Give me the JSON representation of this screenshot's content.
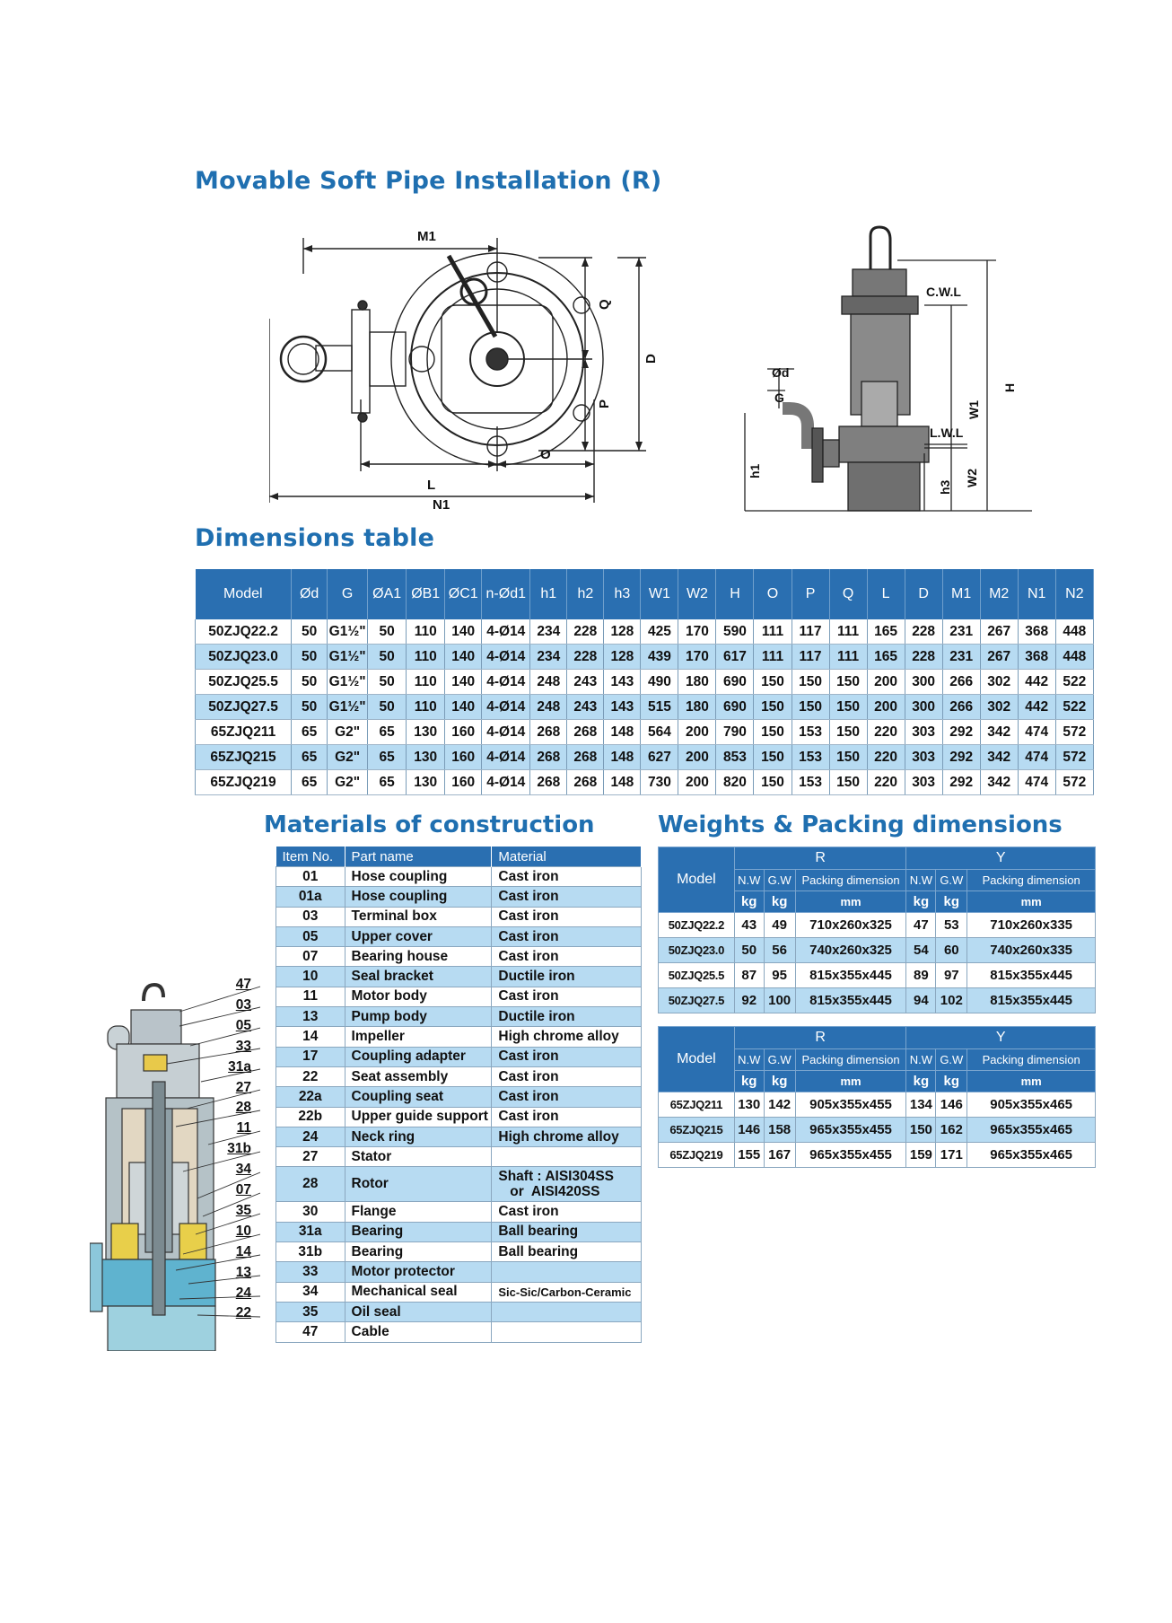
{
  "titles": {
    "installation": "Movable Soft Pipe Installation (R)",
    "dimensions": "Dimensions table",
    "materials": "Materials of construction",
    "weights": "Weights & Packing dimensions"
  },
  "drawing_labels": {
    "m1": "M1",
    "q": "Q",
    "d": "D",
    "p": "P",
    "l": "L",
    "o": "O",
    "n1": "N1",
    "od": "Ød",
    "g": "G",
    "cwl": "C.W.L",
    "lwl": "L.W.L",
    "h": "H",
    "w1": "W1",
    "w2": "W2",
    "h1": "h1",
    "h3": "h3"
  },
  "dimensions": {
    "headers": [
      "Model",
      "Ød",
      "G",
      "ØA1",
      "ØB1",
      "ØC1",
      "n-Ød1",
      "h1",
      "h2",
      "h3",
      "W1",
      "W2",
      "H",
      "O",
      "P",
      "Q",
      "L",
      "D",
      "M1",
      "M2",
      "N1",
      "N2"
    ],
    "rows": [
      [
        "50ZJQ22.2",
        "50",
        "G1½\"",
        "50",
        "110",
        "140",
        "4-Ø14",
        "234",
        "228",
        "128",
        "425",
        "170",
        "590",
        "111",
        "117",
        "111",
        "165",
        "228",
        "231",
        "267",
        "368",
        "448"
      ],
      [
        "50ZJQ23.0",
        "50",
        "G1½\"",
        "50",
        "110",
        "140",
        "4-Ø14",
        "234",
        "228",
        "128",
        "439",
        "170",
        "617",
        "111",
        "117",
        "111",
        "165",
        "228",
        "231",
        "267",
        "368",
        "448"
      ],
      [
        "50ZJQ25.5",
        "50",
        "G1½\"",
        "50",
        "110",
        "140",
        "4-Ø14",
        "248",
        "243",
        "143",
        "490",
        "180",
        "690",
        "150",
        "150",
        "150",
        "200",
        "300",
        "266",
        "302",
        "442",
        "522"
      ],
      [
        "50ZJQ27.5",
        "50",
        "G1½\"",
        "50",
        "110",
        "140",
        "4-Ø14",
        "248",
        "243",
        "143",
        "515",
        "180",
        "690",
        "150",
        "150",
        "150",
        "200",
        "300",
        "266",
        "302",
        "442",
        "522"
      ],
      [
        "65ZJQ211",
        "65",
        "G2\"",
        "65",
        "130",
        "160",
        "4-Ø14",
        "268",
        "268",
        "148",
        "564",
        "200",
        "790",
        "150",
        "153",
        "150",
        "220",
        "303",
        "292",
        "342",
        "474",
        "572"
      ],
      [
        "65ZJQ215",
        "65",
        "G2\"",
        "65",
        "130",
        "160",
        "4-Ø14",
        "268",
        "268",
        "148",
        "627",
        "200",
        "853",
        "150",
        "153",
        "150",
        "220",
        "303",
        "292",
        "342",
        "474",
        "572"
      ],
      [
        "65ZJQ219",
        "65",
        "G2\"",
        "65",
        "130",
        "160",
        "4-Ø14",
        "268",
        "268",
        "148",
        "730",
        "200",
        "820",
        "150",
        "153",
        "150",
        "220",
        "303",
        "292",
        "342",
        "474",
        "572"
      ]
    ]
  },
  "materials": {
    "headers": [
      "Item No.",
      "Part name",
      "Material"
    ],
    "rows": [
      [
        "01",
        "Hose coupling",
        "Cast iron"
      ],
      [
        "01a",
        "Hose coupling",
        "Cast iron"
      ],
      [
        "03",
        "Terminal box",
        "Cast iron"
      ],
      [
        "05",
        "Upper cover",
        "Cast iron"
      ],
      [
        "07",
        "Bearing house",
        "Cast iron"
      ],
      [
        "10",
        "Seal bracket",
        "Ductile iron"
      ],
      [
        "11",
        "Motor body",
        "Cast iron"
      ],
      [
        "13",
        "Pump body",
        "Ductile iron"
      ],
      [
        "14",
        "Impeller",
        "High chrome alloy"
      ],
      [
        "17",
        "Coupling adapter",
        "Cast iron"
      ],
      [
        "22",
        "Seat assembly",
        "Cast iron"
      ],
      [
        "22a",
        "Coupling seat",
        "Cast iron"
      ],
      [
        "22b",
        "Upper guide support",
        "Cast iron"
      ],
      [
        "24",
        "Neck ring",
        "High chrome alloy"
      ],
      [
        "27",
        "Stator",
        ""
      ],
      [
        "28",
        "Rotor",
        "Shaft : AISI304SS\n   or  AISI420SS"
      ],
      [
        "30",
        "Flange",
        "Cast iron"
      ],
      [
        "31a",
        "Bearing",
        "Ball bearing"
      ],
      [
        "31b",
        "Bearing",
        "Ball bearing"
      ],
      [
        "33",
        "Motor protector",
        ""
      ],
      [
        "34",
        "Mechanical seal",
        "Sic-Sic/Carbon-Ceramic"
      ],
      [
        "35",
        "Oil seal",
        ""
      ],
      [
        "47",
        "Cable",
        ""
      ]
    ]
  },
  "callouts": [
    "47",
    "03",
    "05",
    "33",
    "31a",
    "27",
    "28",
    "11",
    "31b",
    "34",
    "07",
    "35",
    "10",
    "14",
    "13",
    "24",
    "22"
  ],
  "weights": {
    "labels": {
      "model": "Model",
      "r": "R",
      "y": "Y",
      "nw": "N.W",
      "gw": "G.W",
      "pack": "Packing dimension",
      "kg": "kg",
      "mm": "mm"
    },
    "table1": [
      [
        "50ZJQ22.2",
        "43",
        "49",
        "710x260x325",
        "47",
        "53",
        "710x260x335"
      ],
      [
        "50ZJQ23.0",
        "50",
        "56",
        "740x260x325",
        "54",
        "60",
        "740x260x335"
      ],
      [
        "50ZJQ25.5",
        "87",
        "95",
        "815x355x445",
        "89",
        "97",
        "815x355x445"
      ],
      [
        "50ZJQ27.5",
        "92",
        "100",
        "815x355x445",
        "94",
        "102",
        "815x355x445"
      ]
    ],
    "table2": [
      [
        "65ZJQ211",
        "130",
        "142",
        "905x355x455",
        "134",
        "146",
        "905x355x465"
      ],
      [
        "65ZJQ215",
        "146",
        "158",
        "965x355x455",
        "150",
        "162",
        "965x355x465"
      ],
      [
        "65ZJQ219",
        "155",
        "167",
        "965x355x455",
        "159",
        "171",
        "965x355x465"
      ]
    ]
  },
  "colors": {
    "title": "#1f6fb0",
    "header": "#2a6fb1",
    "stripe": "#b7dbf2"
  }
}
